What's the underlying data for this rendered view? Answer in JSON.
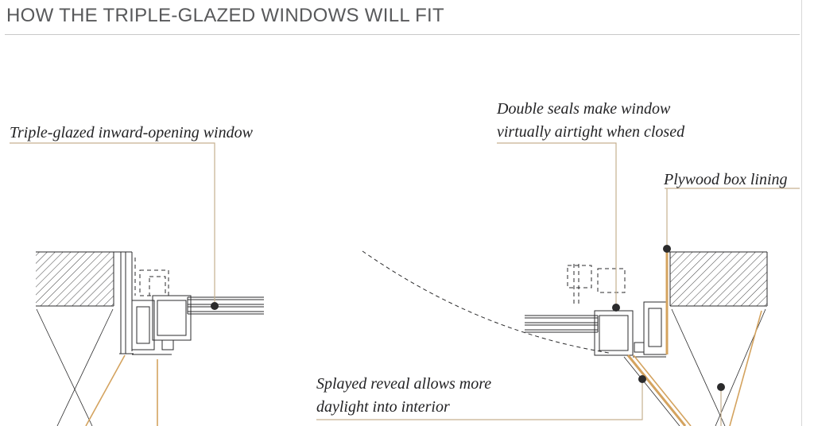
{
  "header": {
    "title": "HOW THE TRIPLE-GLAZED WINDOWS WILL FIT"
  },
  "annotations": {
    "window": {
      "lines": [
        "Triple-glazed inward-opening window"
      ]
    },
    "seals": {
      "lines": [
        "Double seals make window",
        "virtually airtight when closed"
      ]
    },
    "plywood": {
      "lines": [
        "Plywood box lining"
      ]
    },
    "reveal": {
      "lines": [
        "Splayed reveal allows more",
        "daylight into interior"
      ]
    }
  },
  "colors": {
    "ink": "#2b2b2c",
    "accent": "#d4a35f",
    "leader": "#c6b190",
    "title_gray": "#58595b",
    "divider": "#c9c9c9",
    "background": "#ffffff"
  }
}
